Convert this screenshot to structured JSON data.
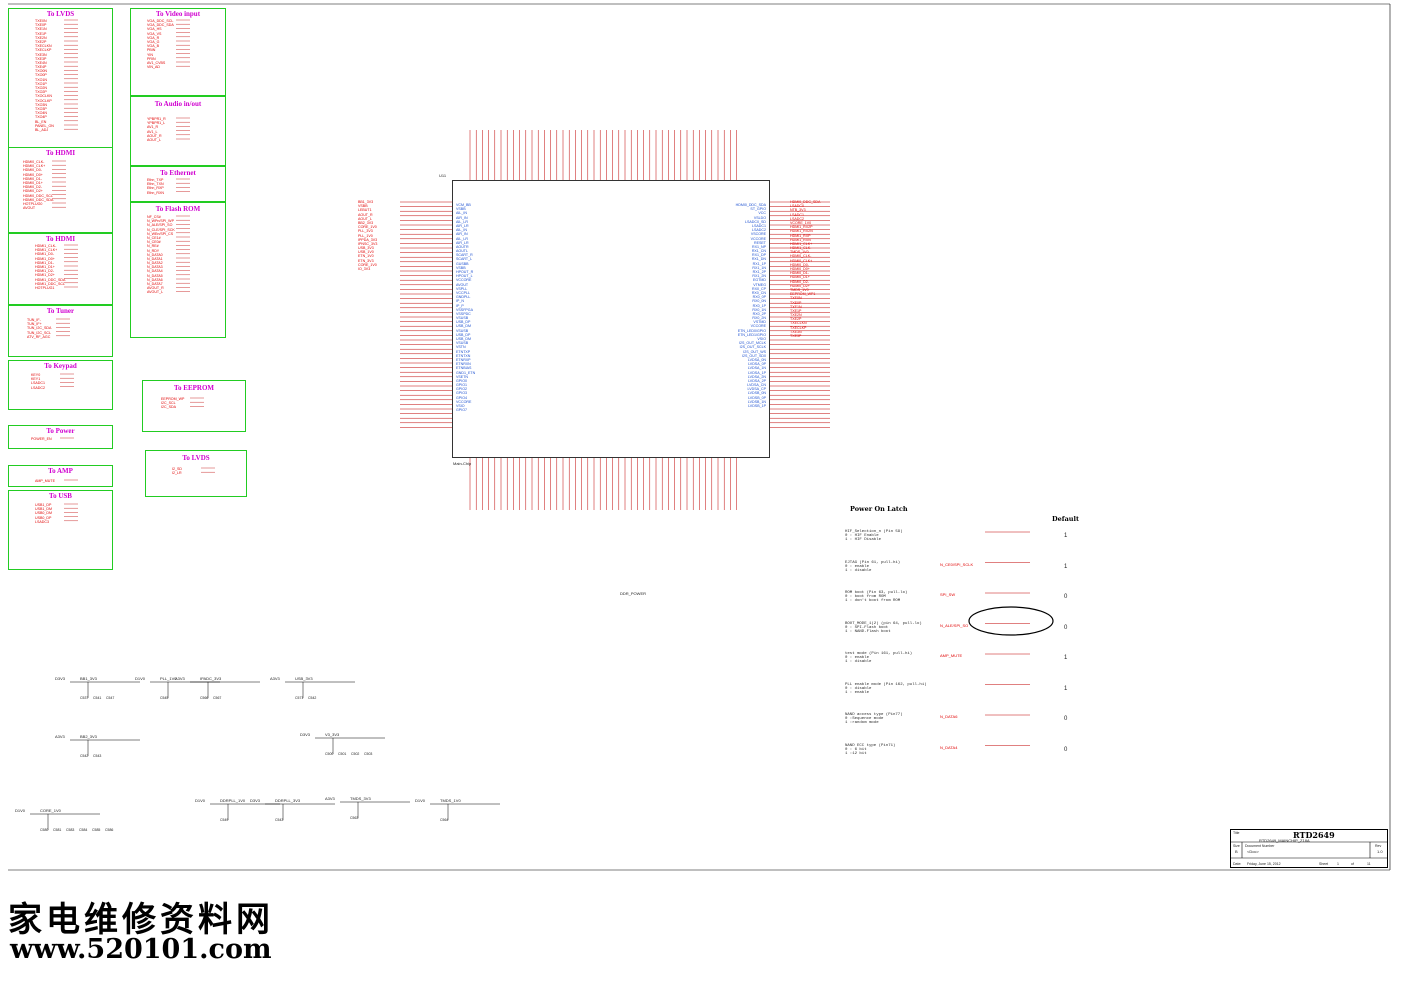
{
  "boxes": {
    "to_lvds": {
      "title": "To LVDS",
      "signals": [
        "TXE0N",
        "TXE0P",
        "TXE1N",
        "TXE1P",
        "TXE2N",
        "TXE2P",
        "TXECLKN",
        "TXECLKP",
        "TXE3N",
        "TXE3P",
        "TXE4N",
        "TXE4P",
        "TXO0N",
        "TXO0P",
        "TXO1N",
        "TXO1P",
        "TXO2N",
        "TXO2P",
        "TXOCLKN",
        "TXOCLKP",
        "TXO3N",
        "TXO3P",
        "TXO4N",
        "TXO4P",
        "BL_EN",
        "PANEL_ON",
        "BL_ADJ"
      ]
    },
    "to_hdmi_1": {
      "title": "To HDMI",
      "signals": [
        "HDMI0_CLK-",
        "HDMI0_CLK+",
        "HDMI0_D0-",
        "HDMI0_D0+",
        "HDMI0_D1-",
        "HDMI0_D1+",
        "HDMI0_D2-",
        "HDMI0_D2+",
        "HDMI0_DDC_SCL",
        "HDMI0_DDC_SDA",
        "HOTPLUG0",
        "AVOUT"
      ]
    },
    "to_hdmi_2": {
      "title": "To HDMI",
      "signals": [
        "HDMI1_CLK-",
        "HDMI1_CLK+",
        "HDMI1_D0-",
        "HDMI1_D0+",
        "HDMI1_D1-",
        "HDMI1_D1+",
        "HDMI1_D2-",
        "HDMI1_D2+",
        "HDMI1_DDC_SDA",
        "HDMI1_DDC_SCL",
        "HOTPLUG1"
      ]
    },
    "to_tuner": {
      "title": "To Tuner",
      "signals": [
        "TUN_IF-",
        "TUN_IF+",
        "TUN_I2C_SDA",
        "TUN_I2C_SCL",
        "ATV_RF_AGC"
      ]
    },
    "to_keypad": {
      "title": "To Keypad",
      "signals": [
        "KEY0",
        "KEY1",
        "LSADC1",
        "LSADC2"
      ]
    },
    "to_power": {
      "title": "To Power",
      "signals": [
        "POWER_EN"
      ]
    },
    "to_amp": {
      "title": "To AMP",
      "signals": [
        "AMP_MUTE"
      ]
    },
    "to_usb": {
      "title": "To USB",
      "signals": [
        "USB1_DP",
        "USB1_DM",
        "USB0_DM",
        "USB0_DP",
        "LSADC3"
      ]
    },
    "to_video_input": {
      "title": "To Video input",
      "signals": [
        "VGA_DDC_SCL",
        "VGA_DDC_SDA",
        "VGA_HS",
        "VGA_VS",
        "VGA_R",
        "VGA_G",
        "VGA_B",
        "PBIN",
        "YIN",
        "PRIN",
        "AV1_CVBS",
        "VIN_AD"
      ]
    },
    "to_audio": {
      "title": "To Audio in/out",
      "signals": [
        "YPBPR1_R",
        "YPBPR1_L",
        "AV1_R",
        "AV1_L",
        "AOUT_R",
        "AOUT_L"
      ]
    },
    "to_ethernet": {
      "title": "To Ethernet",
      "signals": [
        "Ethn_TXP",
        "Ethn_TXN",
        "Ethn_RXP",
        "Ethn_RXN"
      ]
    },
    "to_flash": {
      "title": "To Flash ROM",
      "signals": [
        "NF_CS#",
        "N_WPn/SPI_WP",
        "N_ALE/SPI_SO",
        "N_CLE/SPI_SCK",
        "N_WEn/SPI_CS",
        "N_CE1#",
        "N_CE0#",
        "N_RE#",
        "N_RDY",
        "N_DATA0",
        "N_DATA1",
        "N_DATA2",
        "N_DATA3",
        "N_DATA4",
        "N_DATA5",
        "N_DATA6",
        "N_DATA7",
        "AVOUT_R",
        "AVOUT_L"
      ]
    },
    "to_eeprom": {
      "title": "To EEPROM",
      "signals": [
        "EEPROM_WP",
        "I2C_SCL",
        "I2C_SDA"
      ]
    },
    "to_lvds_2": {
      "title": "To LVDS",
      "signals": [
        "I2_SD",
        "I2_LR"
      ]
    }
  },
  "ic": {
    "ref": "U11",
    "part": "Main-Chip",
    "left_pins": [
      "VCM_BB",
      "VSBB",
      "AIL_IN",
      "AIR_IN",
      "AIL_LR",
      "AIR_LR",
      "AIL_IN",
      "AIR_IN",
      "AIL_LR",
      "AIR_LR",
      "AOUTR",
      "AOUTL",
      "SCART_R",
      "SCART_L",
      "GUSBB",
      "VSBB",
      "HPOUT_R",
      "HPOUT_L",
      "VCCORE",
      "AVOUT",
      "VSPLL",
      "VCCPLL",
      "GNDPLL",
      "IP_N",
      "IP_P",
      "VSSFPGA",
      "VSSPDC",
      "VSUSB",
      "USB_DP",
      "USB_DM",
      "VSUSB",
      "USB_DP",
      "USB_DM",
      "VSUSB",
      "VSTN",
      "ETNTXP",
      "ETNTXN",
      "ETNRXP",
      "ETNRXN",
      "ETNBIAS",
      "GND1_ETN",
      "VSETN",
      "GPIO0",
      "GPIO1",
      "GPIO2",
      "GPIO3",
      "GPIO4",
      "VCCORE",
      "VSIO",
      "GPIO7"
    ],
    "right_pins": [
      "HDMI0_DDC_SDA",
      "ST_GPIO",
      "VCC",
      "VSLDO",
      "LSADC0_SD",
      "LSADC1",
      "LSADC2",
      "VSCORE",
      "VCCORE",
      "RESET",
      "RX1_NP",
      "RX1_CN",
      "RX1_DP",
      "RX1_DN",
      "RX1_1P",
      "RX1_1N",
      "RX1_2P",
      "RX1_2N",
      "EGTMD",
      "VTMEG",
      "RX0_CP",
      "RX0_CN",
      "RX0_0P",
      "RX0_0N",
      "RX0_1P",
      "RX0_1N",
      "RX0_2P",
      "RX0_2N",
      "VSTMD",
      "VCCORE",
      "ETN_LED0/GPIO",
      "ETN_LED1/GPIO",
      "VSIO",
      "I2S_OUT_MCLK",
      "I2S_OUT_SCLK",
      "I2S_OUT_WS",
      "I2S_OUT_SD0",
      "LVDSA_0N",
      "LVDSA_0P",
      "LVDSA_1N",
      "LVDSA_1P",
      "LVDSA_2N",
      "LVDSA_2P",
      "LVDSA_CN",
      "LVDSA_CP",
      "LVDSB_0N",
      "LVDSB_0P",
      "LVDSB_1N",
      "LVDSB_1P"
    ],
    "right_nets": [
      "HDMI0_DDC_SDA",
      "LSADC0",
      "NTB_3V3",
      "LSADC1",
      "LSADC2",
      "VCORE_1V0",
      "HDMI1_RX2P",
      "HDMI1_RX2N",
      "HDMI1_RXP",
      "HDMI1_RXN",
      "HDMI1_CLK+",
      "HDMI1_CLK-",
      "TMDS_1V0",
      "HDMI0_CLK-",
      "HDMI0_CLK+",
      "HDMI0_D0-",
      "HDMI0_D0+",
      "HDMI0_D1-",
      "HDMI0_D1+",
      "HDMI0_D2-",
      "HDMI0_D2+",
      "TMDS_1V0",
      "EEPROM_WP1",
      "TXE0N",
      "TXE0P",
      "TXE1N",
      "TXE1P",
      "TXE2N",
      "TXE2P",
      "TXECLKN",
      "TXECLKP",
      "TXE3N",
      "TXE3P"
    ],
    "left_nets": [
      "BB1_3V3",
      "VSBB",
      "LEBUT1",
      "AOUT_R",
      "AOUT_L",
      "BB2_3V3",
      "CORE_1V0",
      "PLL_3V3",
      "PLL_1V0",
      "IPPDA_3V3",
      "IPNSC_3V3",
      "USB_3V3",
      "USB_1V0",
      "ETN_1V0",
      "ETN_3V3",
      "CORE_1V0",
      "IO_3V3"
    ]
  },
  "labels": {
    "sheet_title": "RTD2649",
    "document_number": "RTD2649_MAINCHIP_Z18A",
    "doc_value": "<Doc>",
    "rev": "1.0",
    "date": "Friday, June 15, 2012",
    "sheet": "1",
    "of": "11",
    "size": "B",
    "field_title": "Title",
    "field_size": "Size",
    "field_docnum": "Document Number",
    "field_rev": "Rev",
    "field_date": "Date:",
    "field_sheet": "Sheet",
    "field_of": "of",
    "power_on_latch": "Power On Latch",
    "default": "Default",
    "ddr_power": "DDR_POWER",
    "watermark_cn": "家电维修资料网",
    "watermark_url": "www.520101.com"
  },
  "latch": [
    {
      "text": [
        "HIF_Selection_n (Pin 59)",
        "0 : HIF Enable",
        "1 : HIF Disable"
      ],
      "net": "",
      "value": "1"
    },
    {
      "text": [
        "EJTAG (Pin 61, pull-hi)",
        "0 : enable",
        "1 : disable"
      ],
      "net": "N_CE0/SPI_SCLK",
      "value": "1"
    },
    {
      "text": [
        "ROM boot (Pin 63, pull-lo)",
        "0 : boot from ROM",
        "1 : don't boot from ROM"
      ],
      "net": "SPI_SW",
      "value": "0"
    },
    {
      "text": [
        "BOOT_MODE_1(2) (pin 64, pull-lo)",
        "0 : SPI-Flash boot",
        "1 : NAND-Flash boot"
      ],
      "net": "N_ALE/SPI_SO",
      "value": "0"
    },
    {
      "text": [
        "test mode (Pin 161, pull-hi)",
        "0 : enable",
        "1 : disable"
      ],
      "net": "AMP_MUTE",
      "value": "1"
    },
    {
      "text": [
        "PLL enable mode (Pin 162, pull-hi)",
        "0 : disable",
        "1 : enable"
      ],
      "net": "",
      "value": "1"
    },
    {
      "text": [
        "NAND access type (Pin77)",
        "0 :Sequence mode",
        "1 :random mode"
      ],
      "net": "N_DATA6",
      "value": "0"
    },
    {
      "text": [
        "NAND ECC type  (Pin71)",
        "0 : 6 bit",
        "1 :12 bit"
      ],
      "net": "N_DATA4",
      "value": "0"
    }
  ],
  "power_blocks": [
    {
      "name": "D3V3",
      "label": "BB1_3V3",
      "caps": [
        "C537",
        "C541",
        "C547"
      ]
    },
    {
      "name": "A3V3",
      "label": "BB2_3V3",
      "caps": [
        "C542",
        "C543"
      ]
    },
    {
      "name": "D1V0",
      "label": "PLL_1V0",
      "caps": [
        "C545"
      ]
    },
    {
      "name": "A3V3",
      "label": "IPADC_3V3",
      "caps": [
        "C566",
        "C567"
      ]
    },
    {
      "name": "A3V3",
      "label": "USB_3V3",
      "caps": [
        "C571",
        "C542"
      ]
    },
    {
      "name": "D1V0",
      "label": "CORE_1V0",
      "caps": [
        "C580",
        "C581",
        "C583",
        "C584",
        "C585",
        "C586"
      ]
    },
    {
      "name": "D3V3",
      "label": "V3_3V3",
      "caps": [
        "C500",
        "C501",
        "C502",
        "C503"
      ]
    },
    {
      "name": "D1V0",
      "label": "DDRPLL_1V0",
      "caps": [
        "C549"
      ]
    },
    {
      "name": "D3V3",
      "label": "DDRPLL_3V3",
      "caps": [
        "C543"
      ]
    },
    {
      "name": "A3V3",
      "label": "TMDS_3V3",
      "caps": [
        "C563"
      ]
    },
    {
      "name": "D1V0",
      "label": "TMDS_1V0",
      "caps": [
        "C564"
      ]
    }
  ]
}
